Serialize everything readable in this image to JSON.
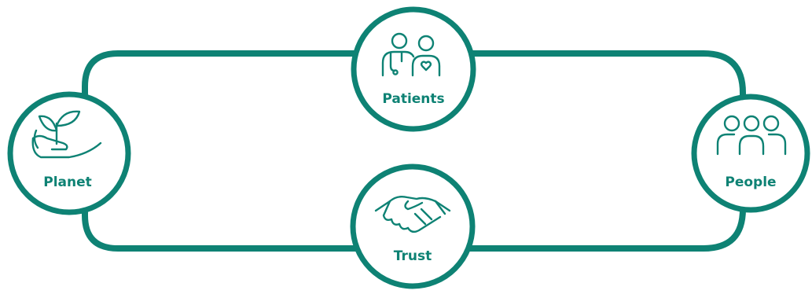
{
  "theme": {
    "accent": "#0e8274",
    "background": "#ffffff"
  },
  "nodes": {
    "patients": {
      "label": "Patients",
      "icon": "doctor-patient-icon"
    },
    "planet": {
      "label": "Planet",
      "icon": "seedling-hand-icon"
    },
    "people": {
      "label": "People",
      "icon": "group-icon"
    },
    "trust": {
      "label": "Trust",
      "icon": "handshake-icon"
    }
  }
}
